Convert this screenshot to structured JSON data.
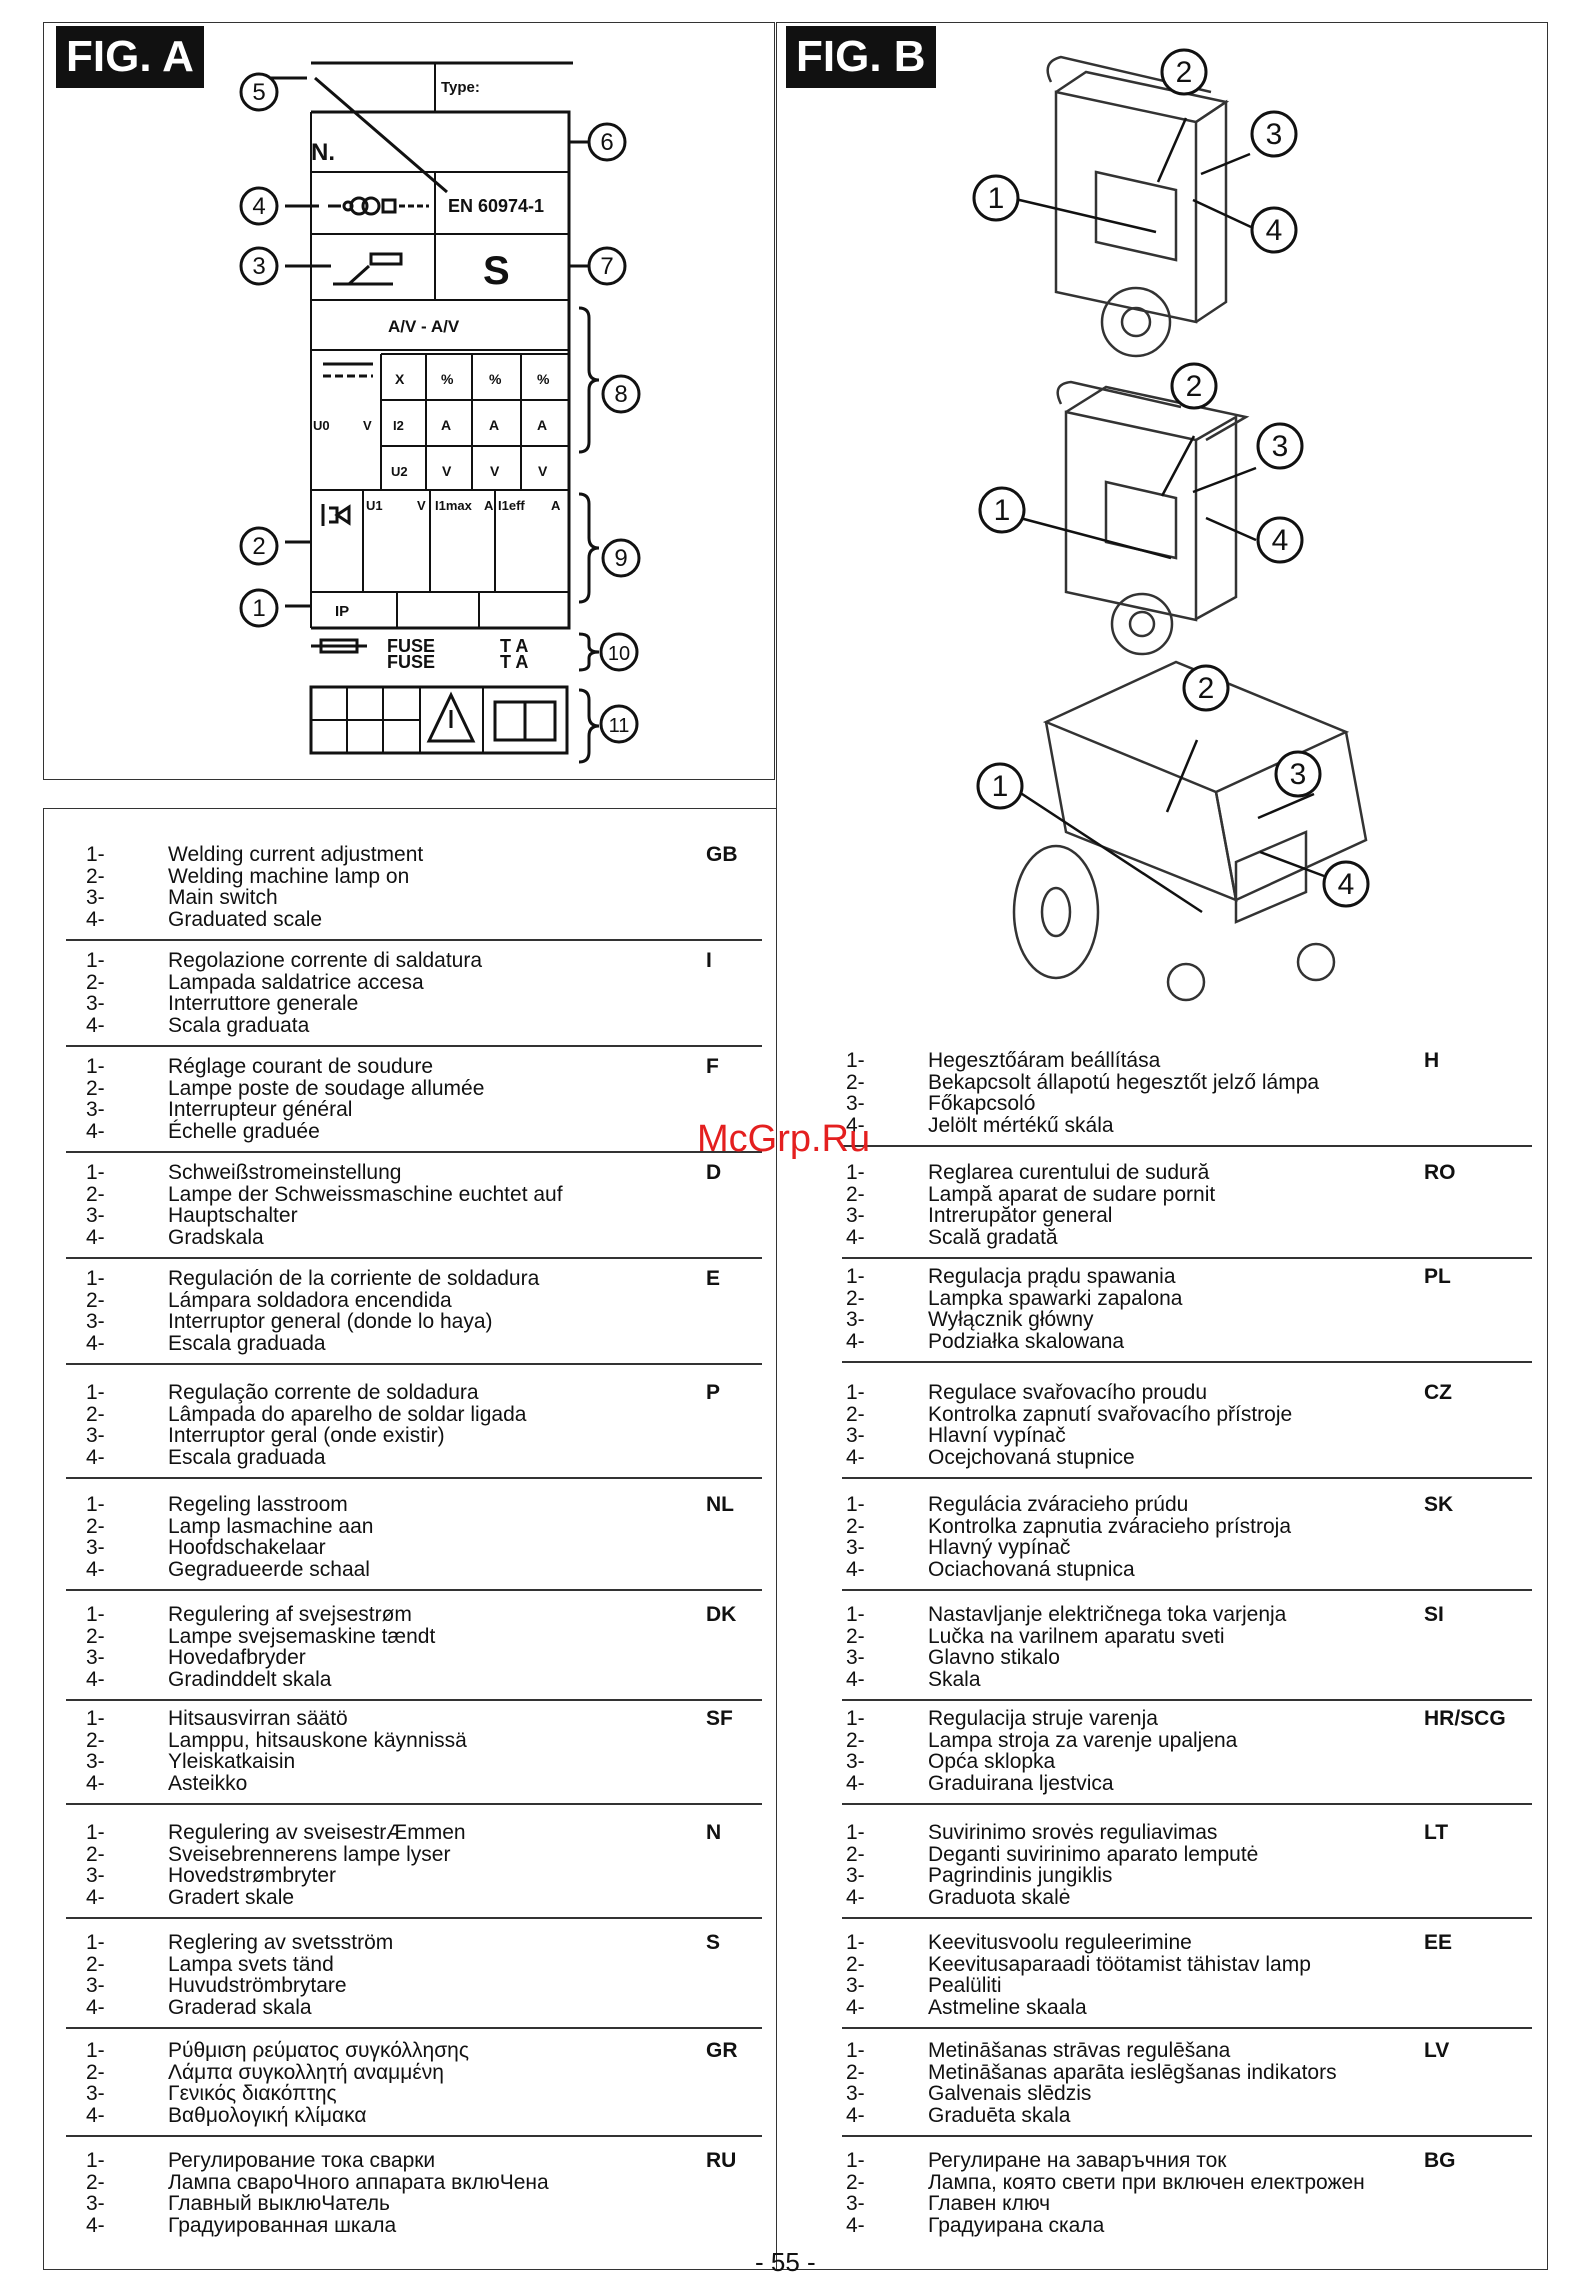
{
  "fig_a": {
    "label": "FIG. A",
    "plate": {
      "type_label": "Type:",
      "n_label": "N.",
      "standard": "EN 60974-1",
      "s_mark": "S",
      "av": "A/V - A/V",
      "pct_row": [
        "X",
        "%",
        "%",
        "%"
      ],
      "amp_row": [
        "I2",
        "A",
        "A",
        "A"
      ],
      "volt_row": [
        "U2",
        "V",
        "V",
        "V"
      ],
      "u0": "U0",
      "v": "V",
      "u1": "U1",
      "v1": "V",
      "i1max": "I1max",
      "a1": "A",
      "i1eff": "I1eff",
      "a2": "A",
      "ip": "IP",
      "fuse1": "FUSE",
      "fuse2": "FUSE",
      "ta1": "T A",
      "ta2": "T A"
    },
    "callouts": [
      "1",
      "2",
      "3",
      "4",
      "5",
      "6",
      "7",
      "8",
      "9",
      "10",
      "11"
    ]
  },
  "fig_b": {
    "label": "FIG. B",
    "callouts": [
      "1",
      "2",
      "3",
      "4"
    ]
  },
  "legend_left": [
    {
      "code": "GB",
      "items": [
        "Welding current adjustment",
        "Welding machine lamp on",
        "Main switch",
        "Graduated scale"
      ]
    },
    {
      "code": "I",
      "items": [
        "Regolazione corrente di saldatura",
        "Lampada saldatrice accesa",
        "Interruttore generale",
        "Scala graduata"
      ]
    },
    {
      "code": "F",
      "items": [
        "Réglage courant de soudure",
        "Lampe poste de soudage allumée",
        "Interrupteur général",
        "Échelle graduée"
      ]
    },
    {
      "code": "D",
      "items": [
        "Schweißstromeinstellung",
        "Lampe der Schweissmaschine euchtet auf",
        "Hauptschalter",
        "Gradskala"
      ]
    },
    {
      "code": "E",
      "items": [
        "Regulación de la corriente de soldadura",
        "Lámpara soldadora encendida",
        "Interruptor general (donde lo haya)",
        "Escala graduada"
      ]
    },
    {
      "code": "P",
      "items": [
        "Regulação corrente de soldadura",
        "Lâmpada do aparelho de soldar ligada",
        "Interruptor geral (onde existir)",
        "Escala graduada"
      ]
    },
    {
      "code": "NL",
      "items": [
        "Regeling lasstroom",
        "Lamp lasmachine aan",
        "Hoofdschakelaar",
        "Gegradueerde schaal"
      ]
    },
    {
      "code": "DK",
      "items": [
        "Regulering af svejsestrøm",
        "Lampe svejsemaskine tændt",
        "Hovedafbryder",
        "Gradinddelt skala"
      ]
    },
    {
      "code": "SF",
      "items": [
        "Hitsausvirran säätö",
        "Lamppu, hitsauskone käynnissä",
        "Yleiskatkaisin",
        "Asteikko"
      ]
    },
    {
      "code": "N",
      "items": [
        "Regulering av sveisestrÆmmen",
        "Sveisebrennerens lampe lyser",
        "Hovedstrømbryter",
        "Gradert skale"
      ]
    },
    {
      "code": "S",
      "items": [
        "Reglering av svetsström",
        "Lampa svets tänd",
        "Huvudströmbrytare",
        "Graderad skala"
      ]
    },
    {
      "code": "GR",
      "items": [
        "Ρύθμιση ρεύματος συγκόλλησης",
        "Λάμπα συγκολλητή αναμμένη",
        "Γενικός διακόπτης",
        "Βαθμολογική κλίμακα"
      ]
    },
    {
      "code": "RU",
      "items": [
        "Регулирование тока сварки",
        "Лампа свароЧного аппарата вклюЧена",
        "Главный выклюЧатель",
        "Градуированная шкала"
      ]
    }
  ],
  "legend_right": [
    {
      "code": "H",
      "items": [
        "Hegesztőáram beállítása",
        "Bekapcsolt állapotú hegesztőt jelző lámpa",
        "Főkapcsoló",
        "Jelölt mértékű skála"
      ]
    },
    {
      "code": "RO",
      "items": [
        "Reglarea curentului de sudură",
        "Lampă aparat de sudare pornit",
        "Intrerupător general",
        "Scală gradată"
      ]
    },
    {
      "code": "PL",
      "items": [
        "Regulacja prądu spawania",
        "Lampka spawarki zapalona",
        "Wyłącznik główny",
        "Podziałka skalowana"
      ]
    },
    {
      "code": "CZ",
      "items": [
        "Regulace svařovacího proudu",
        "Kontrolka zapnutí svařovacího přístroje",
        "Hlavní vypínač",
        "Ocejchovaná stupnice"
      ]
    },
    {
      "code": "SK",
      "items": [
        "Regulácia zváracieho prúdu",
        "Kontrolka zapnutia zváracieho prístroja",
        "Hlavný vypínač",
        "Ociachovaná stupnica"
      ]
    },
    {
      "code": "SI",
      "items": [
        "Nastavljanje električnega toka varjenja",
        "Lučka na varilnem aparatu sveti",
        "Glavno stikalo",
        "Skala"
      ]
    },
    {
      "code": "HR/SCG",
      "items": [
        "Regulacija struje varenja",
        "Lampa stroja za varenje upaljena",
        "Opća sklopka",
        "Graduirana ljestvica"
      ]
    },
    {
      "code": "LT",
      "items": [
        "Suvirinimo srovės reguliavimas",
        "Deganti suvirinimo aparato lemputė",
        "Pagrindinis jungiklis",
        "Graduota skalė"
      ]
    },
    {
      "code": "EE",
      "items": [
        "Keevitusvoolu reguleerimine",
        "Keevitusaparaadi töötamist tähistav lamp",
        "Pealüliti",
        "Astmeline skaala"
      ]
    },
    {
      "code": "LV",
      "items": [
        "Metināšanas strāvas regulēšana",
        "Metināšanas aparāta ieslēgšanas indikators",
        "Galvenais slēdzis",
        "Graduēta skala"
      ]
    },
    {
      "code": "BG",
      "items": [
        "Регулиране на заваръчния ток",
        "Лампа, която свети при включен електрожен",
        "Главен ключ",
        "Градуирана скала"
      ]
    }
  ],
  "item_numbers": [
    "1-",
    "2-",
    "3-",
    "4-"
  ],
  "watermark": "McGrp.Ru",
  "page_number": "- 55 -"
}
